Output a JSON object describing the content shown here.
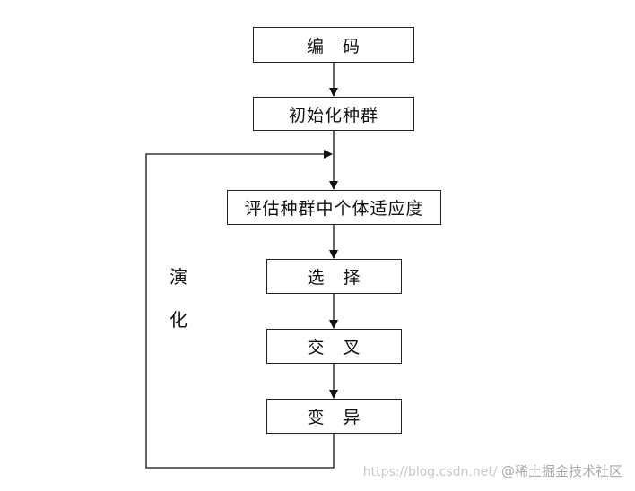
{
  "steps": {
    "encode": "编　码",
    "init_population": "初始化种群",
    "evaluate_fitness": "评估种群中个体适应度",
    "select": "选　择",
    "crossover": "交　叉",
    "mutate": "变　异"
  },
  "loop_label": {
    "char1": "演",
    "char2": "化"
  },
  "watermark": {
    "url": "https://blog.csdn.net/",
    "brand": "@稀土掘金技术社区"
  }
}
